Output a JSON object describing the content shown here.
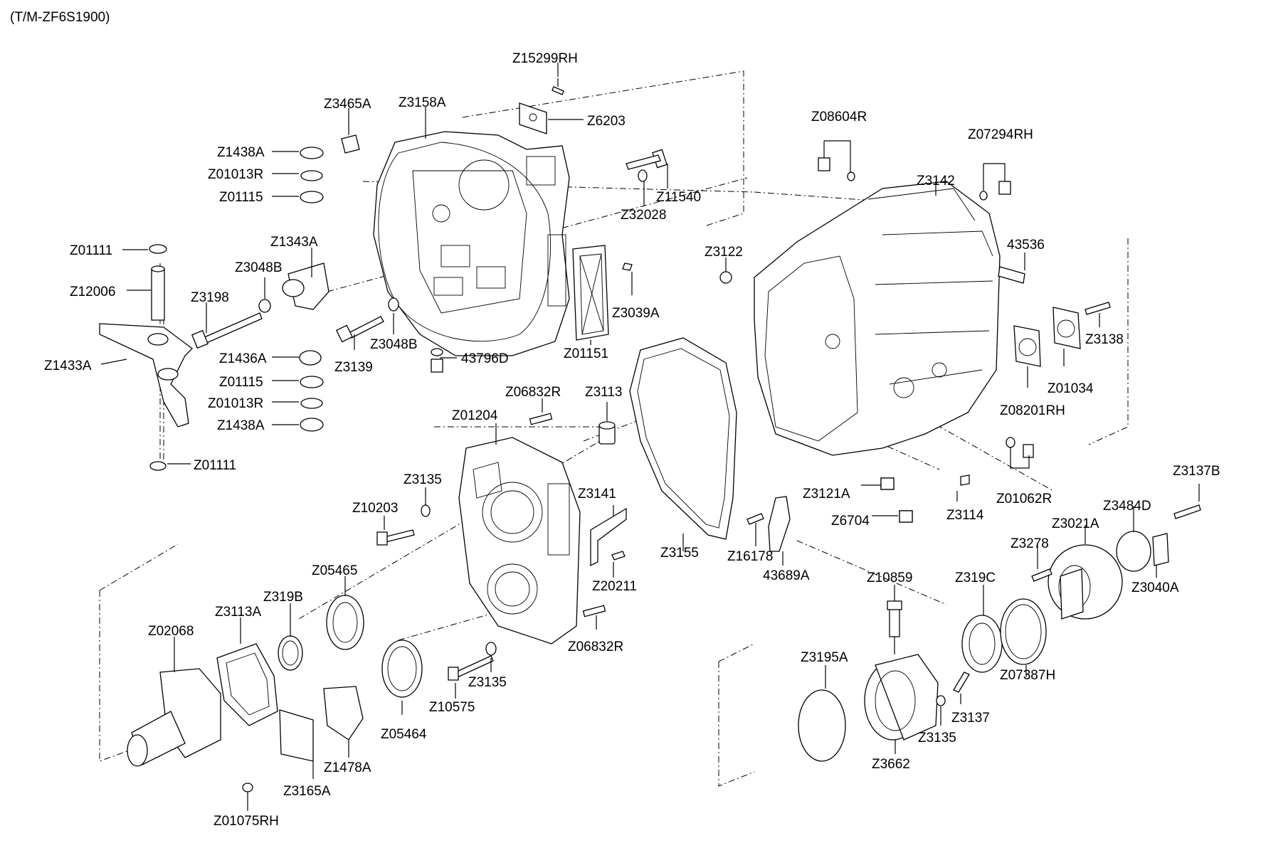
{
  "header": "(T/M-ZF6S1900)",
  "labels": {
    "z15299rh": "Z15299RH",
    "z6203": "Z6203",
    "z3465a": "Z3465A",
    "z3158a": "Z3158A",
    "z1438a_top": "Z1438A",
    "z01013r_top": "Z01013R",
    "z01115_top": "Z01115",
    "z11540": "Z11540",
    "z32028": "Z32028",
    "z1343a": "Z1343A",
    "z01111_top": "Z01111",
    "z3048b_left": "Z3048B",
    "z12006": "Z12006",
    "z3198": "Z3198",
    "z3039a": "Z3039A",
    "z1433a": "Z1433A",
    "z1436a": "Z1436A",
    "z3139": "Z3139",
    "z3048b_mid": "Z3048B",
    "n43796d": "43796D",
    "z01151": "Z01151",
    "z01115_bot": "Z01115",
    "z01013r_bot": "Z01013R",
    "z1438a_bot": "Z1438A",
    "z01111_bot": "Z01111",
    "z06832r_top": "Z06832R",
    "z3113": "Z3113",
    "z01204": "Z01204",
    "z3135_a": "Z3135",
    "z10203": "Z10203",
    "z3141": "Z3141",
    "z20211": "Z20211",
    "z05465": "Z05465",
    "z319b": "Z319B",
    "z3113a": "Z3113A",
    "z02068": "Z02068",
    "z06832r_bot": "Z06832R",
    "z3135_b": "Z3135",
    "z10575": "Z10575",
    "z05464": "Z05464",
    "z1478a": "Z1478A",
    "z3165a": "Z3165A",
    "z01075rh": "Z01075RH",
    "z3155": "Z3155",
    "z16178": "Z16178",
    "n43689a": "43689A",
    "z08604r": "Z08604R",
    "z07294rh": "Z07294RH",
    "z3142": "Z3142",
    "z3122": "Z3122",
    "n43536": "43536",
    "z3138": "Z3138",
    "z01034": "Z01034",
    "z08201rh": "Z08201RH",
    "z3121a": "Z3121A",
    "z01062r": "Z01062R",
    "z6704": "Z6704",
    "z3114": "Z3114",
    "z3137b": "Z3137B",
    "z3484d": "Z3484D",
    "z3021a": "Z3021A",
    "z3278": "Z3278",
    "z3040a": "Z3040A",
    "z10859": "Z10859",
    "z319c": "Z319C",
    "z3195a": "Z3195A",
    "z07387h": "Z07387H",
    "z3137": "Z3137",
    "z3135_c": "Z3135",
    "z3662": "Z3662"
  }
}
